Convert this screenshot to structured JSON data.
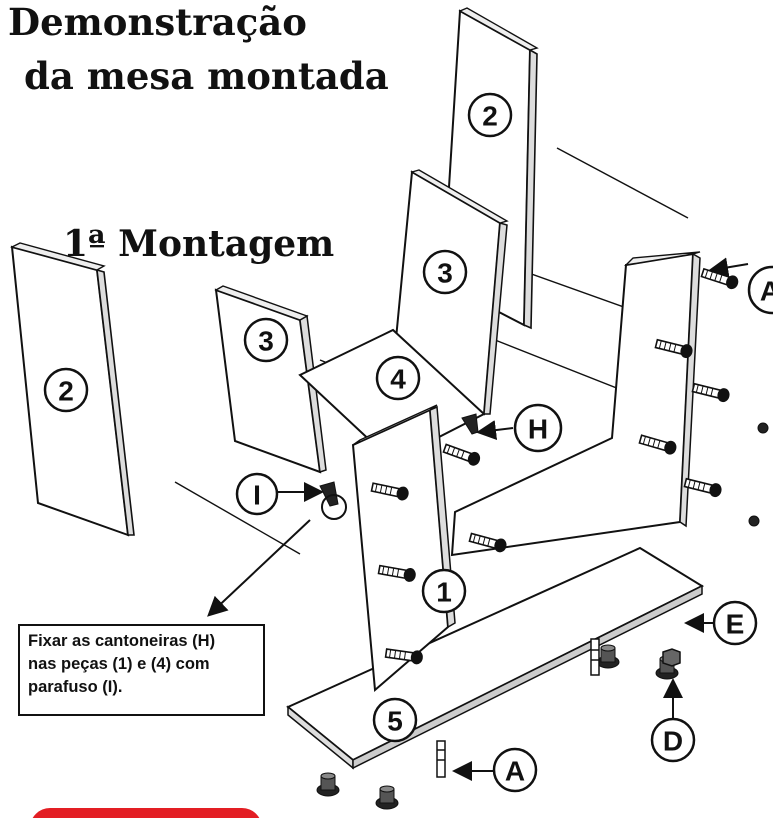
{
  "title": {
    "line1": "Demonstração",
    "line2": "da mesa montada"
  },
  "subtitle": "1ª Montagem",
  "parts": {
    "top_left": "2",
    "top_right": "2",
    "back_upper": "3",
    "side_left": "3",
    "shelf": "4",
    "front": "1",
    "base": "5"
  },
  "callouts": {
    "H": "H",
    "I": "I",
    "E": "E",
    "D": "D",
    "A_bottom": "A",
    "A_top": "A"
  },
  "note": {
    "line1": "Fixar as cantoneiras (H)",
    "line2": "nas peças (1) e (4) com",
    "line3": "parafuso (I)."
  },
  "colors": {
    "panel": "#ffffff",
    "stroke": "#111111",
    "accent_button": "#e31e24"
  }
}
